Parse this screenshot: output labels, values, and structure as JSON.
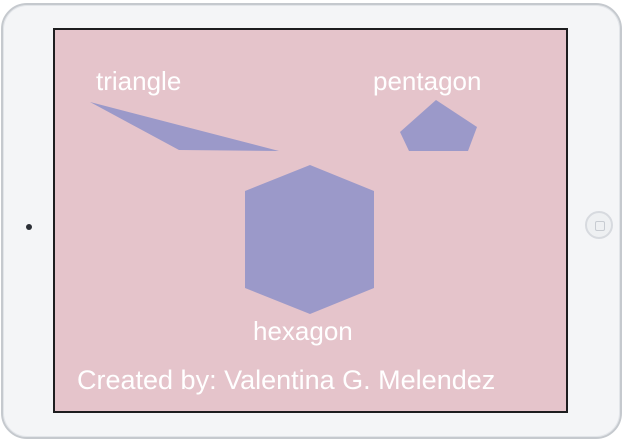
{
  "shapes": [
    {
      "key": "triangle",
      "label": "triangle"
    },
    {
      "key": "pentagon",
      "label": "pentagon"
    },
    {
      "key": "hexagon",
      "label": "hexagon"
    }
  ],
  "credit": "Created by: Valentina G. Melendez",
  "colors": {
    "screen_background": "#e5c4cb",
    "shape_fill": "#9b99c9",
    "text": "#ffffff",
    "device_body": "#f4f5f7"
  }
}
